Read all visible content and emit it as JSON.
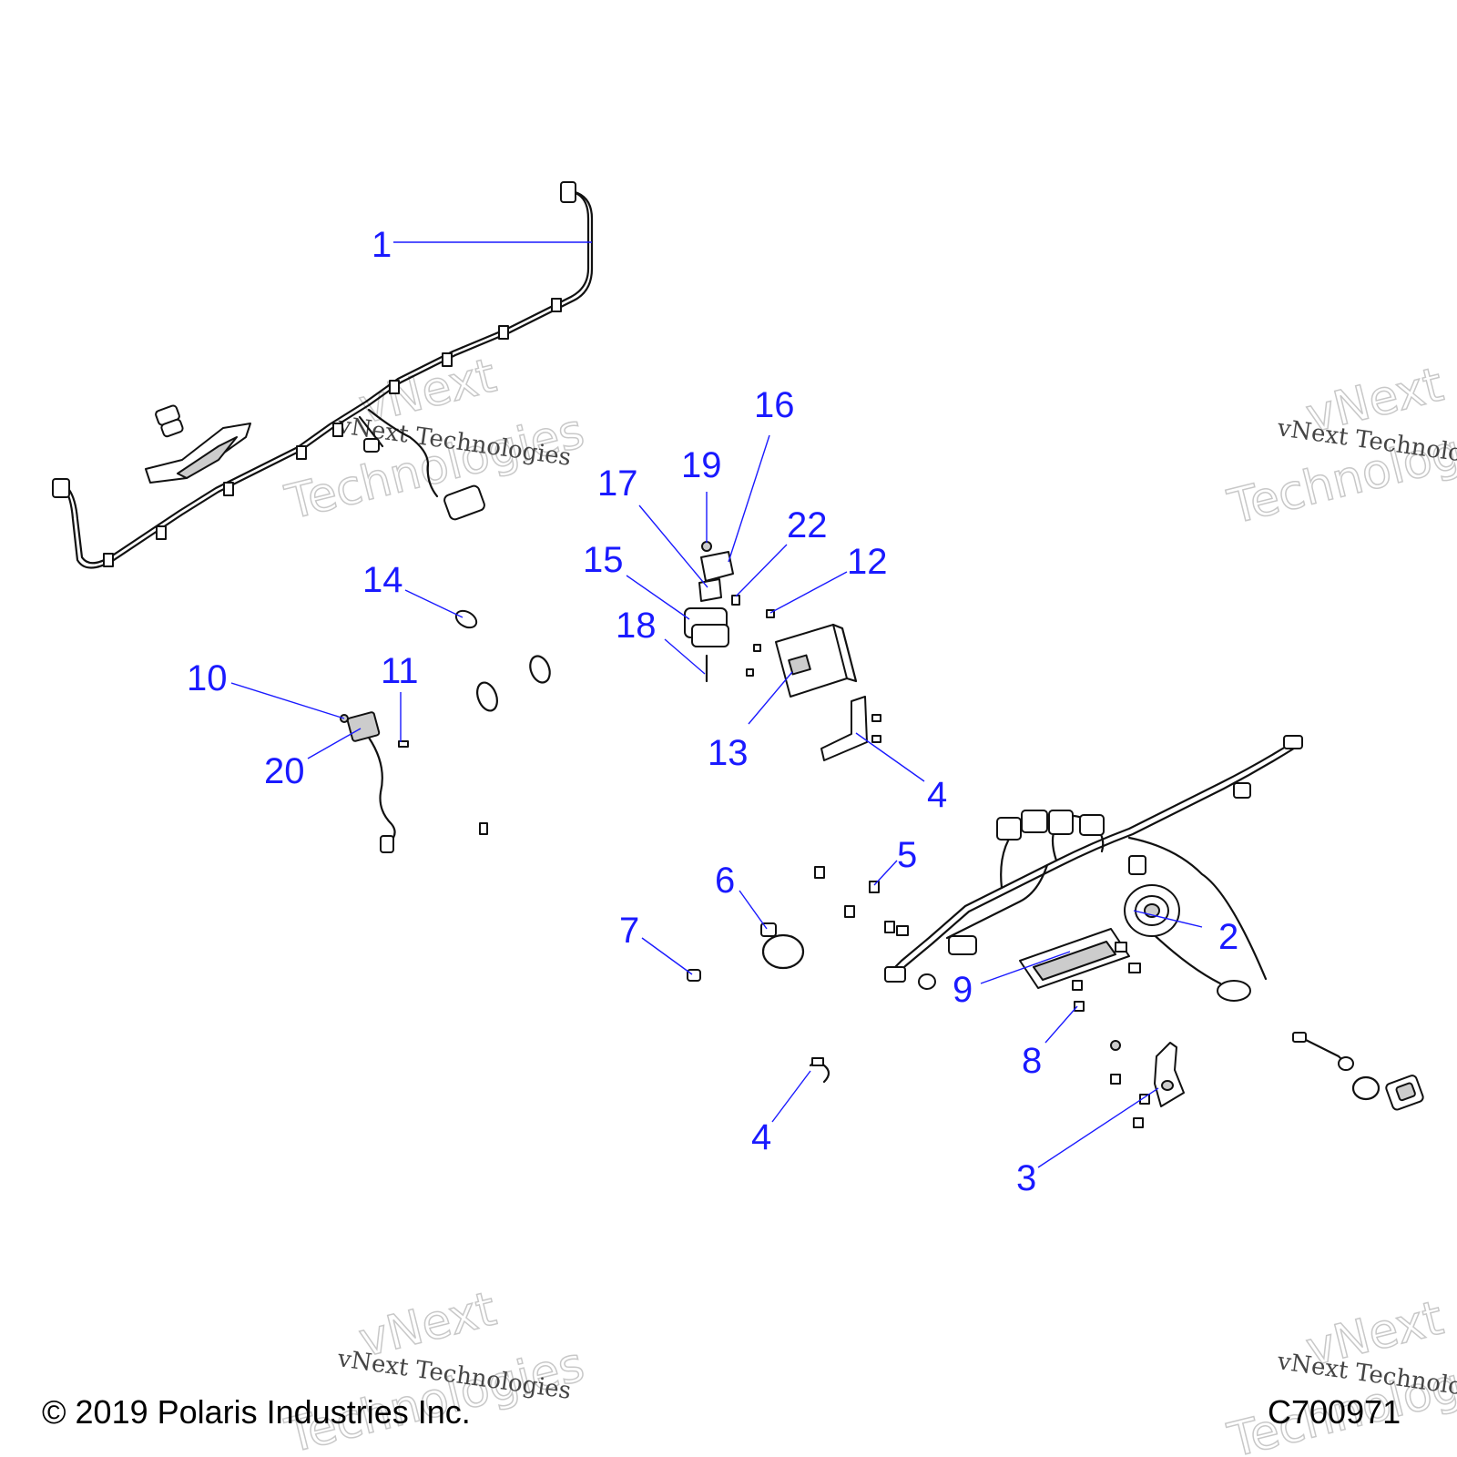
{
  "watermark": {
    "line1": "vNext",
    "line2": "Technologies",
    "caption": "vNext Technologies"
  },
  "footer": {
    "copyright": "© 2019 Polaris Industries Inc.",
    "code": "C700971"
  },
  "callouts": [
    {
      "id": "c1",
      "label": "1"
    },
    {
      "id": "c2",
      "label": "2"
    },
    {
      "id": "c3",
      "label": "3"
    },
    {
      "id": "c4a",
      "label": "4"
    },
    {
      "id": "c4b",
      "label": "4"
    },
    {
      "id": "c5",
      "label": "5"
    },
    {
      "id": "c6",
      "label": "6"
    },
    {
      "id": "c7",
      "label": "7"
    },
    {
      "id": "c8",
      "label": "8"
    },
    {
      "id": "c9",
      "label": "9"
    },
    {
      "id": "c10",
      "label": "10"
    },
    {
      "id": "c11",
      "label": "11"
    },
    {
      "id": "c12",
      "label": "12"
    },
    {
      "id": "c13",
      "label": "13"
    },
    {
      "id": "c14",
      "label": "14"
    },
    {
      "id": "c15",
      "label": "15"
    },
    {
      "id": "c16",
      "label": "16"
    },
    {
      "id": "c17",
      "label": "17"
    },
    {
      "id": "c18",
      "label": "18"
    },
    {
      "id": "c19",
      "label": "19"
    },
    {
      "id": "c20",
      "label": "20"
    },
    {
      "id": "c22",
      "label": "22"
    }
  ]
}
